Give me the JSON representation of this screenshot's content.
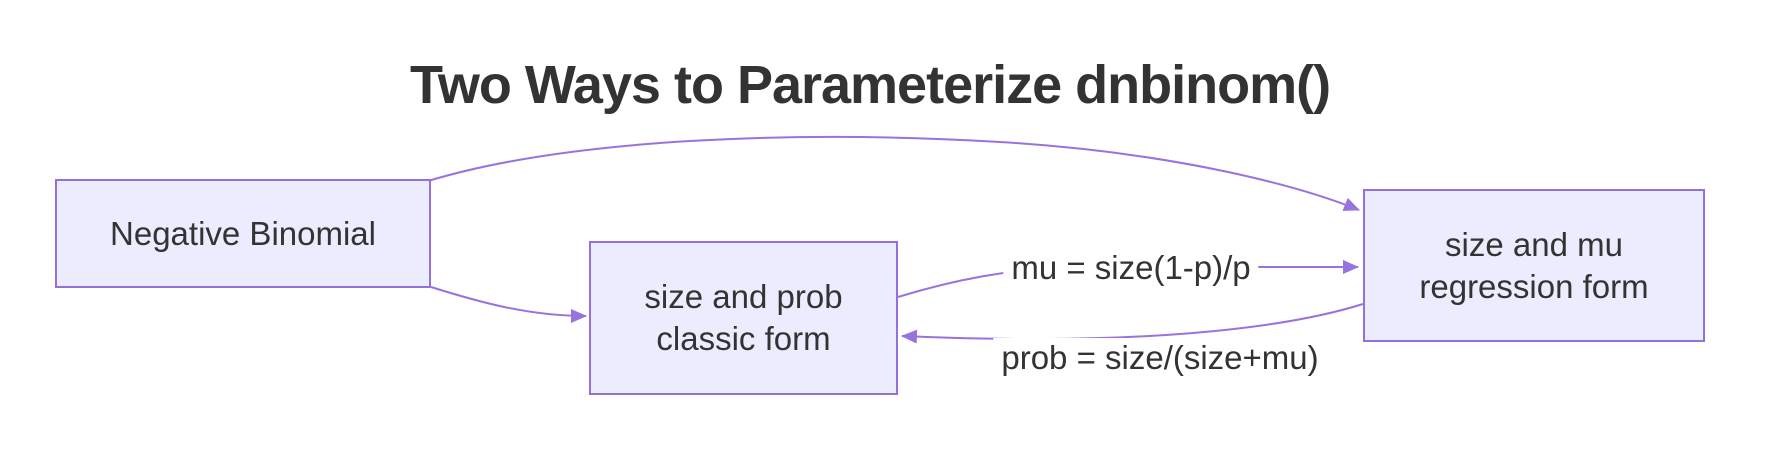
{
  "title": "Two Ways to Parameterize dnbinom()",
  "nodes": {
    "negative_binomial": {
      "label": "Negative Binomial"
    },
    "size_prob": {
      "line1": "size and prob",
      "line2": "classic form"
    },
    "size_mu": {
      "line1": "size and mu",
      "line2": "regression form"
    }
  },
  "edge_labels": {
    "mu": "mu = size(1-p)/p",
    "prob": "prob = size/(size+mu)"
  },
  "colors": {
    "background": "#FFFFFF",
    "node_fill": "#ECECFF",
    "node_border": "#9370DB",
    "edge_stroke": "#9673DD",
    "text": "#333333"
  }
}
